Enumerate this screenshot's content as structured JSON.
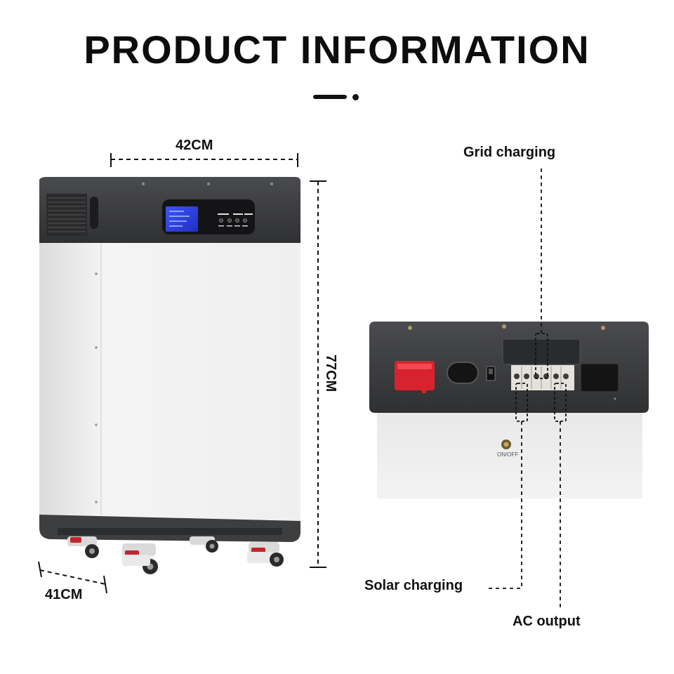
{
  "header": {
    "title": "PRODUCT INFORMATION"
  },
  "dimensions": {
    "width": "42CM",
    "height": "77CM",
    "depth": "41CM"
  },
  "callouts": {
    "grid_charging": "Grid charging",
    "solar_charging": "Solar charging",
    "ac_output": "AC output"
  },
  "panel": {
    "switch_label": "ON/OFF"
  },
  "colors": {
    "body_white": "#f2f2f2",
    "top_dark": "#3a3b3d",
    "lcd_blue": "#2a3fd8",
    "terminal_red": "#d8232f"
  }
}
